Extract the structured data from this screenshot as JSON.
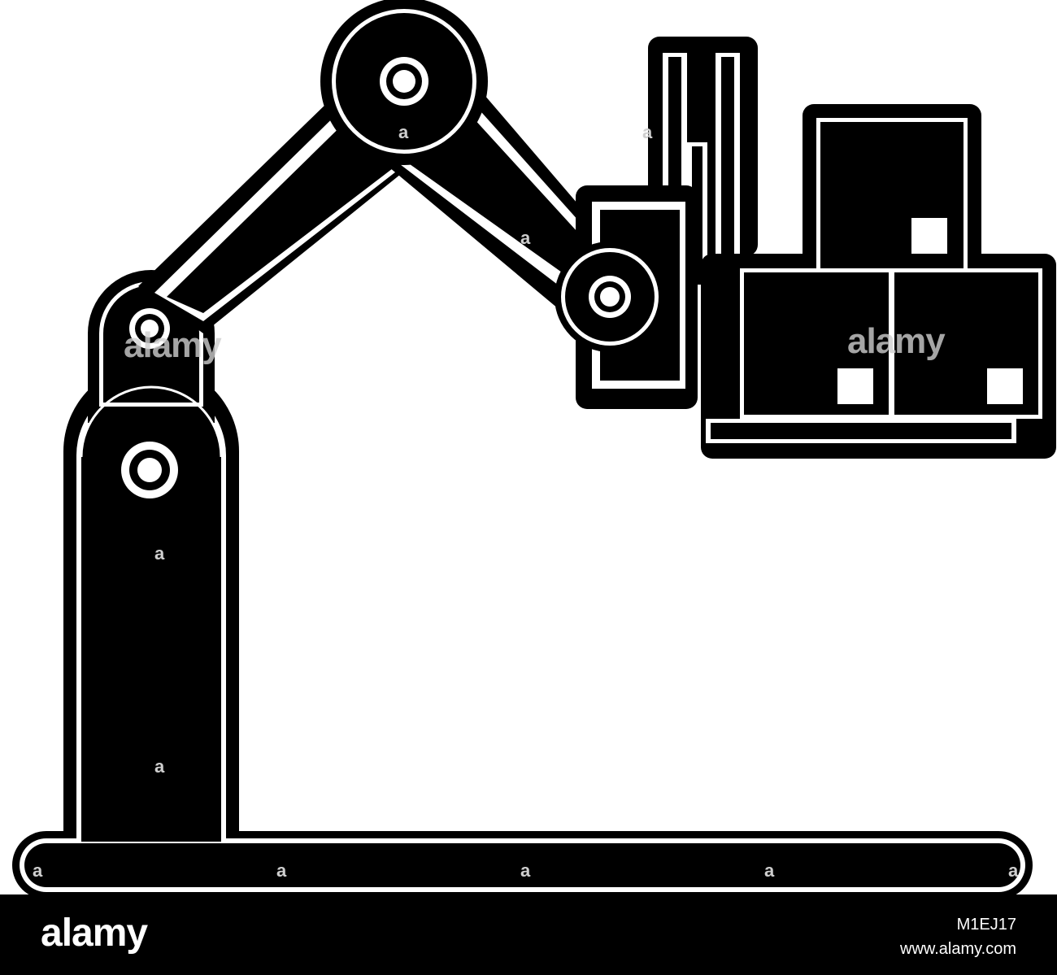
{
  "illustration": {
    "icon": "robotic-arm-with-forklift-and-boxes-icon",
    "fill_color": "#000000",
    "background_color": "#ffffff"
  },
  "watermark": {
    "text": "alamy",
    "letter": "a"
  },
  "footer": {
    "brand": "alamy",
    "image_id": "M1EJ17",
    "site": "www.alamy.com",
    "background_color": "#000000"
  }
}
